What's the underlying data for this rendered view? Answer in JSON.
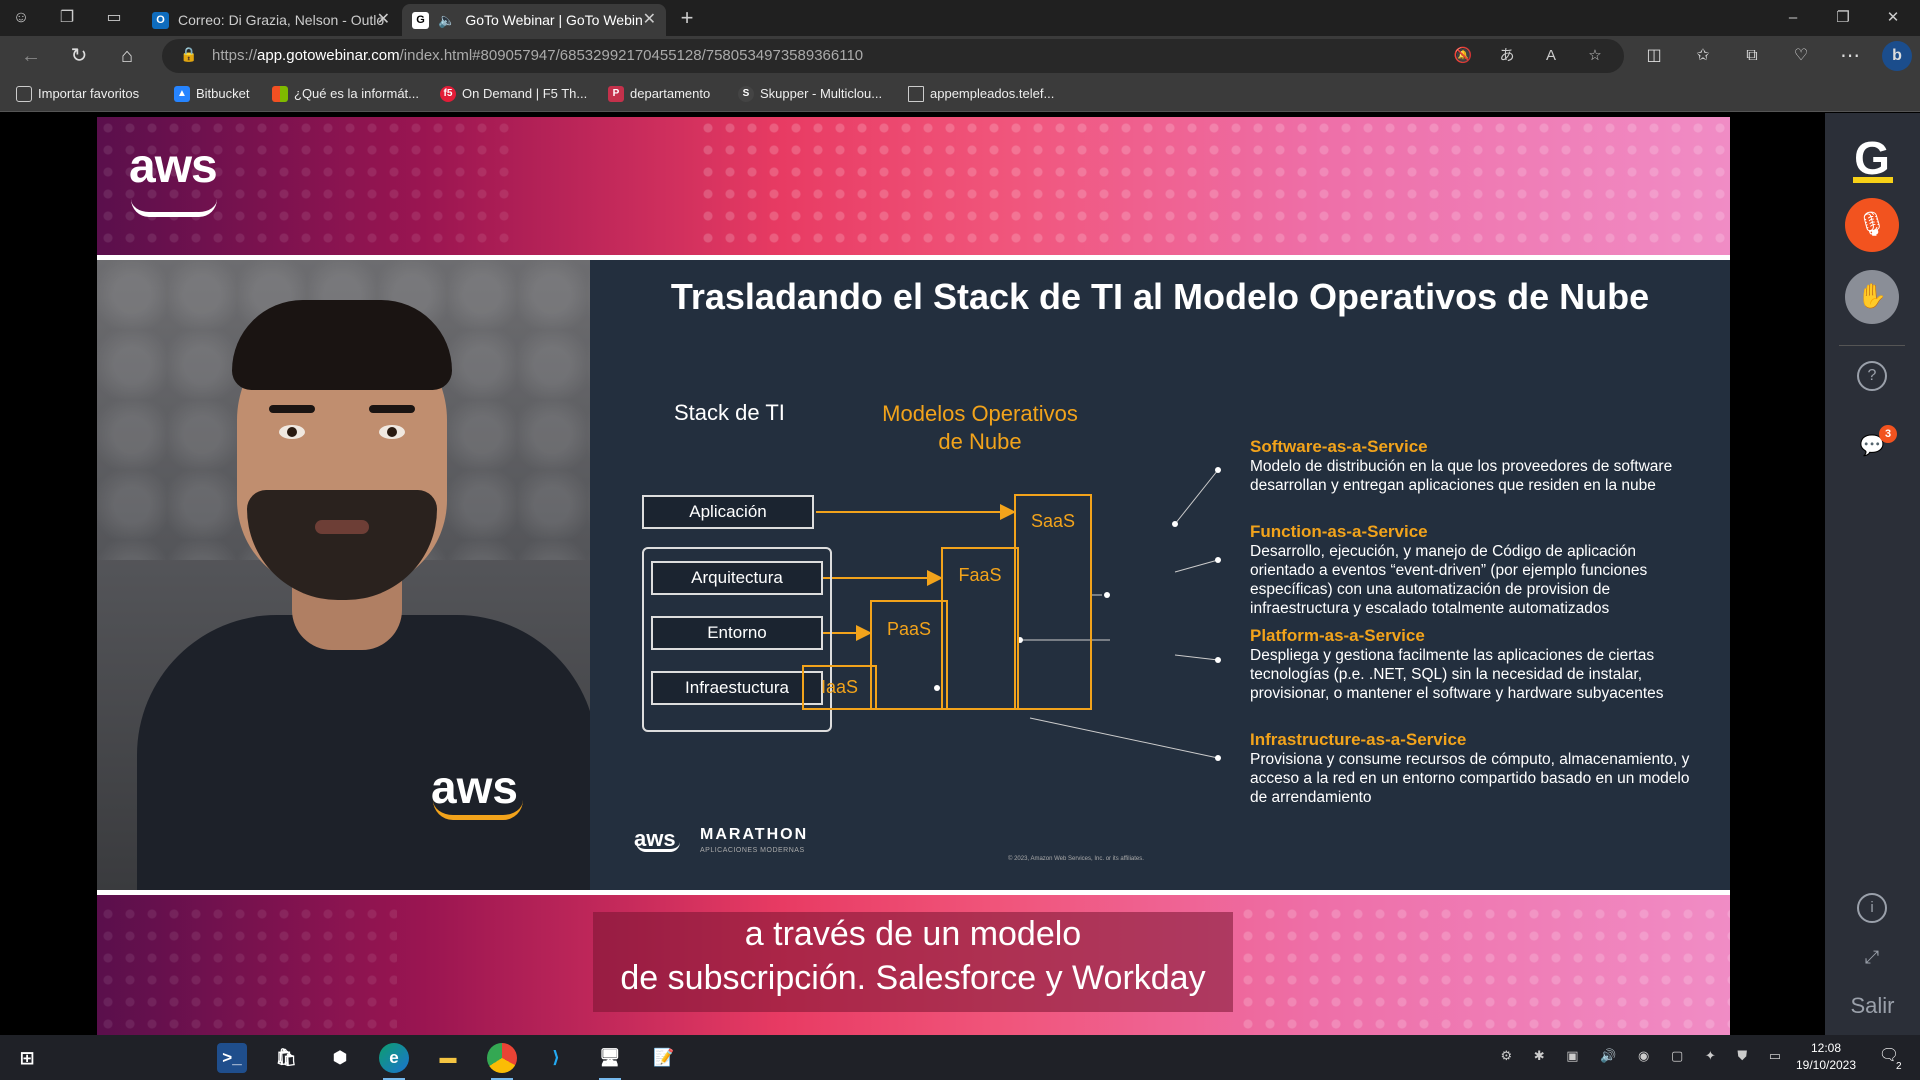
{
  "browser": {
    "tabs": [
      {
        "title": "Correo: Di Grazia, Nelson - Outlo",
        "favicon": "outlook-icon",
        "active": false
      },
      {
        "title": "GoTo Webinar | GoTo Webin",
        "favicon": "goto-icon",
        "active": true
      }
    ],
    "address": {
      "scheme": "https://",
      "domain": "app.gotowebinar.com",
      "path": "/index.html#809057947/6853299217045512​8/7580534973589366110"
    },
    "bookmarks": [
      {
        "label": "Importar favoritos",
        "icon": "import-icon"
      },
      {
        "label": "Bitbucket",
        "icon": "bitbucket-icon"
      },
      {
        "label": "¿Qué es la informát...",
        "icon": "windows-icon"
      },
      {
        "label": "On Demand | F5 Th...",
        "icon": "f5-icon"
      },
      {
        "label": "departamento",
        "icon": "pdf-icon"
      },
      {
        "label": "Skupper - Multiclou...",
        "icon": "skupper-icon"
      },
      {
        "label": "appempleados.telef...",
        "icon": "page-icon"
      }
    ]
  },
  "stage": {
    "brand": "aws",
    "shirt_brand": "aws",
    "subtitle_lines": [
      "a través de un modelo",
      "de subscripción. Salesforce y Workday"
    ]
  },
  "slide": {
    "title": "Trasladando el Stack de TI al Modelo Operativos de Nube",
    "stack_heading": "Stack de TI",
    "models_heading": [
      "Modelos Operativos",
      "de Nube"
    ],
    "stack_items": [
      "Aplicación",
      "Arquitectura",
      "Entorno",
      "Infraestuctura"
    ],
    "models": [
      "SaaS",
      "FaaS",
      "PaaS",
      "IaaS"
    ],
    "descriptions": [
      {
        "title": "Software-as-a-Service",
        "body": "Modelo de distribución en la que los proveedores de software desarrollan y entregan aplicaciones que residen en la nube"
      },
      {
        "title": "Function-as-a-Service",
        "body": "Desarrollo, ejecución, y manejo de Código de aplicación orientado a eventos “event-driven” (por ejemplo funciones específicas) con una automatización de provision de infraestructura y escalado totalmente automatizados"
      },
      {
        "title": "Platform-as-a-Service",
        "body": "Despliega y gestiona facilmente las aplicaciones de ciertas tecnologías (p.e. .NET, SQL) sin la necesidad de instalar, provisionar, o mantener el software y hardware subyacentes"
      },
      {
        "title": "Infrastructure-as-a-Service",
        "body": "Provisiona y consume recursos de cómputo, almacenamiento, y acceso a la red en un entorno compartido basado en un modelo de arrendamiento"
      }
    ],
    "footer_brand": "aws",
    "footer_event": "MARATHON",
    "footer_sub": "APLICACIONES MODERNAS",
    "copyright": "© 2023, Amazon Web Services, Inc. or its affiliates."
  },
  "goto_panel": {
    "logo": "G",
    "chat_badge": "3",
    "exit_label": "Salir"
  },
  "taskbar": {
    "time": "12:08",
    "date": "19/10/2023",
    "notifications": "2"
  },
  "colors": {
    "accent_orange": "#f2a31b",
    "slide_bg": "#232f3e",
    "mic_button": "#f2531f"
  }
}
